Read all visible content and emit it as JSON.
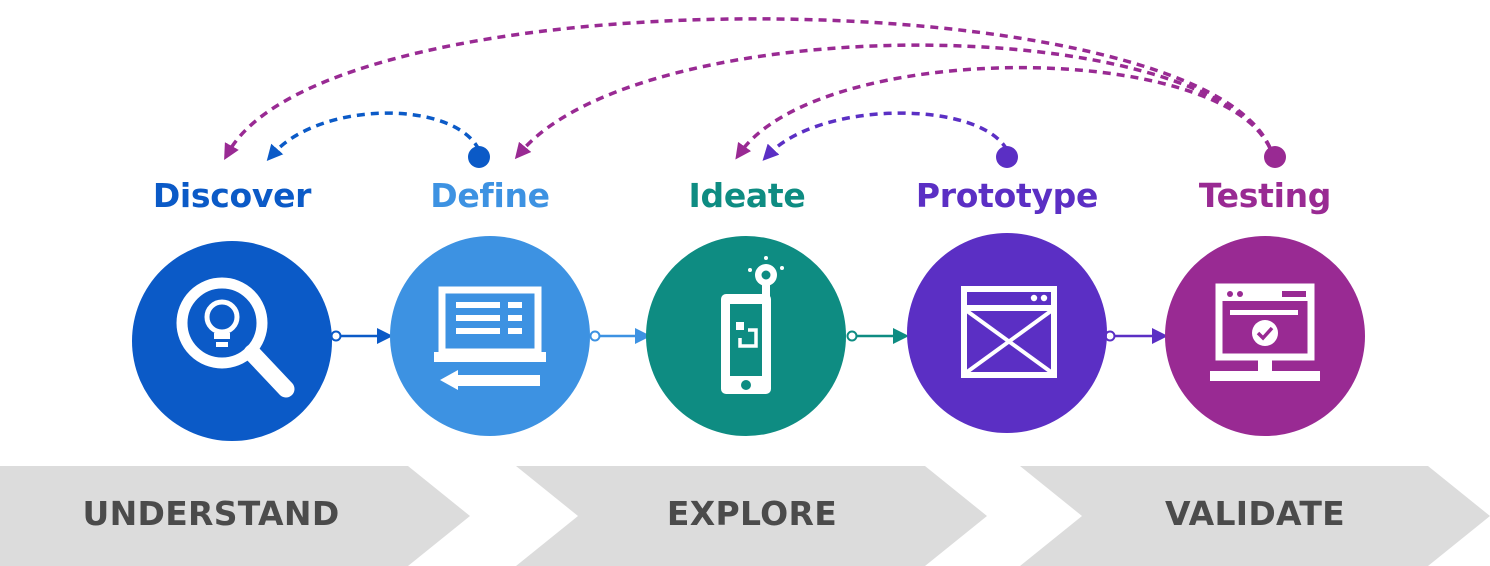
{
  "stages": [
    {
      "id": "discover",
      "title": "Discover",
      "color": "#0b5ac7",
      "icon": "magnifier-lightbulb-icon"
    },
    {
      "id": "define",
      "title": "Define",
      "color": "#3d92e2",
      "icon": "laptop-document-icon"
    },
    {
      "id": "ideate",
      "title": "Ideate",
      "color": "#0e8c82",
      "icon": "phone-idea-icon"
    },
    {
      "id": "prototype",
      "title": "Prototype",
      "color": "#5b2fc4",
      "icon": "wireframe-window-icon"
    },
    {
      "id": "testing",
      "title": "Testing",
      "color": "#992a93",
      "icon": "monitor-check-icon"
    }
  ],
  "phases": [
    {
      "id": "understand",
      "label": "UNDERSTAND"
    },
    {
      "id": "explore",
      "label": "EXPLORE"
    },
    {
      "id": "validate",
      "label": "VALIDATE"
    }
  ],
  "colors": {
    "chevron": "#dcdcdc",
    "phase_text": "#4b4b4b",
    "icon": "#ffffff"
  }
}
